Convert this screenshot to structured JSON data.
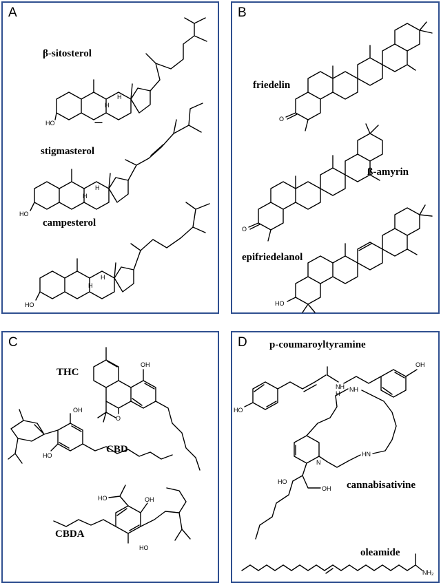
{
  "panels": [
    {
      "letter": "A",
      "compounds": [
        "β-sitosterol",
        "stigmasterol",
        "campesterol"
      ]
    },
    {
      "letter": "B",
      "compounds": [
        "friedelin",
        "ß-amyrin",
        "epifriedelanol"
      ]
    },
    {
      "letter": "C",
      "compounds": [
        "THC",
        "CBD",
        "CBDA"
      ]
    },
    {
      "letter": "D",
      "compounds": [
        "p-coumaroyltyramine",
        "cannabisativine",
        "oleamide"
      ]
    }
  ],
  "atom_labels": {
    "hydroxyl": "HO",
    "hydroxyl_right": "OH",
    "oxygen": "O",
    "hydrogen": "H",
    "nitrogen": "N",
    "amide_nh": "NH",
    "amine_hn": "HN",
    "carboxyl": "HO",
    "amide_nh2": "NH₂"
  },
  "colors": {
    "panel_border": "#2f4f8f"
  }
}
